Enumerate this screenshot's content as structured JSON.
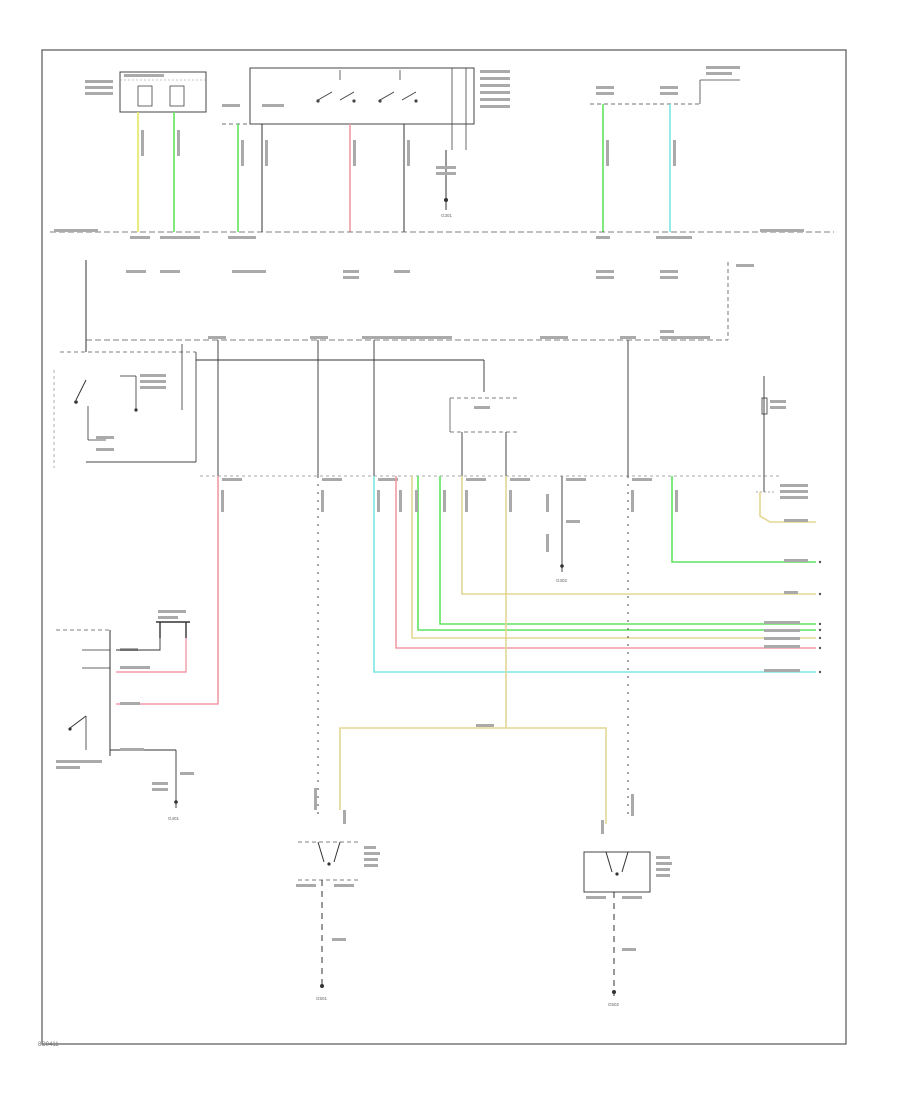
{
  "diagram": {
    "ground_labels": {
      "top_center": "G301",
      "center_right": "G302",
      "door_switch": "G401",
      "left_lock": "G501",
      "right_lock": "G502"
    },
    "footer_code": "8C0411"
  },
  "colors": {
    "wire_yellow": "#e6e85a",
    "wire_green": "#5ee45e",
    "wire_pink": "#f29aa6",
    "wire_cyan": "#7be6e2",
    "wire_tan": "#e3d792",
    "wire_black": "#333333",
    "frame": "#555555"
  }
}
